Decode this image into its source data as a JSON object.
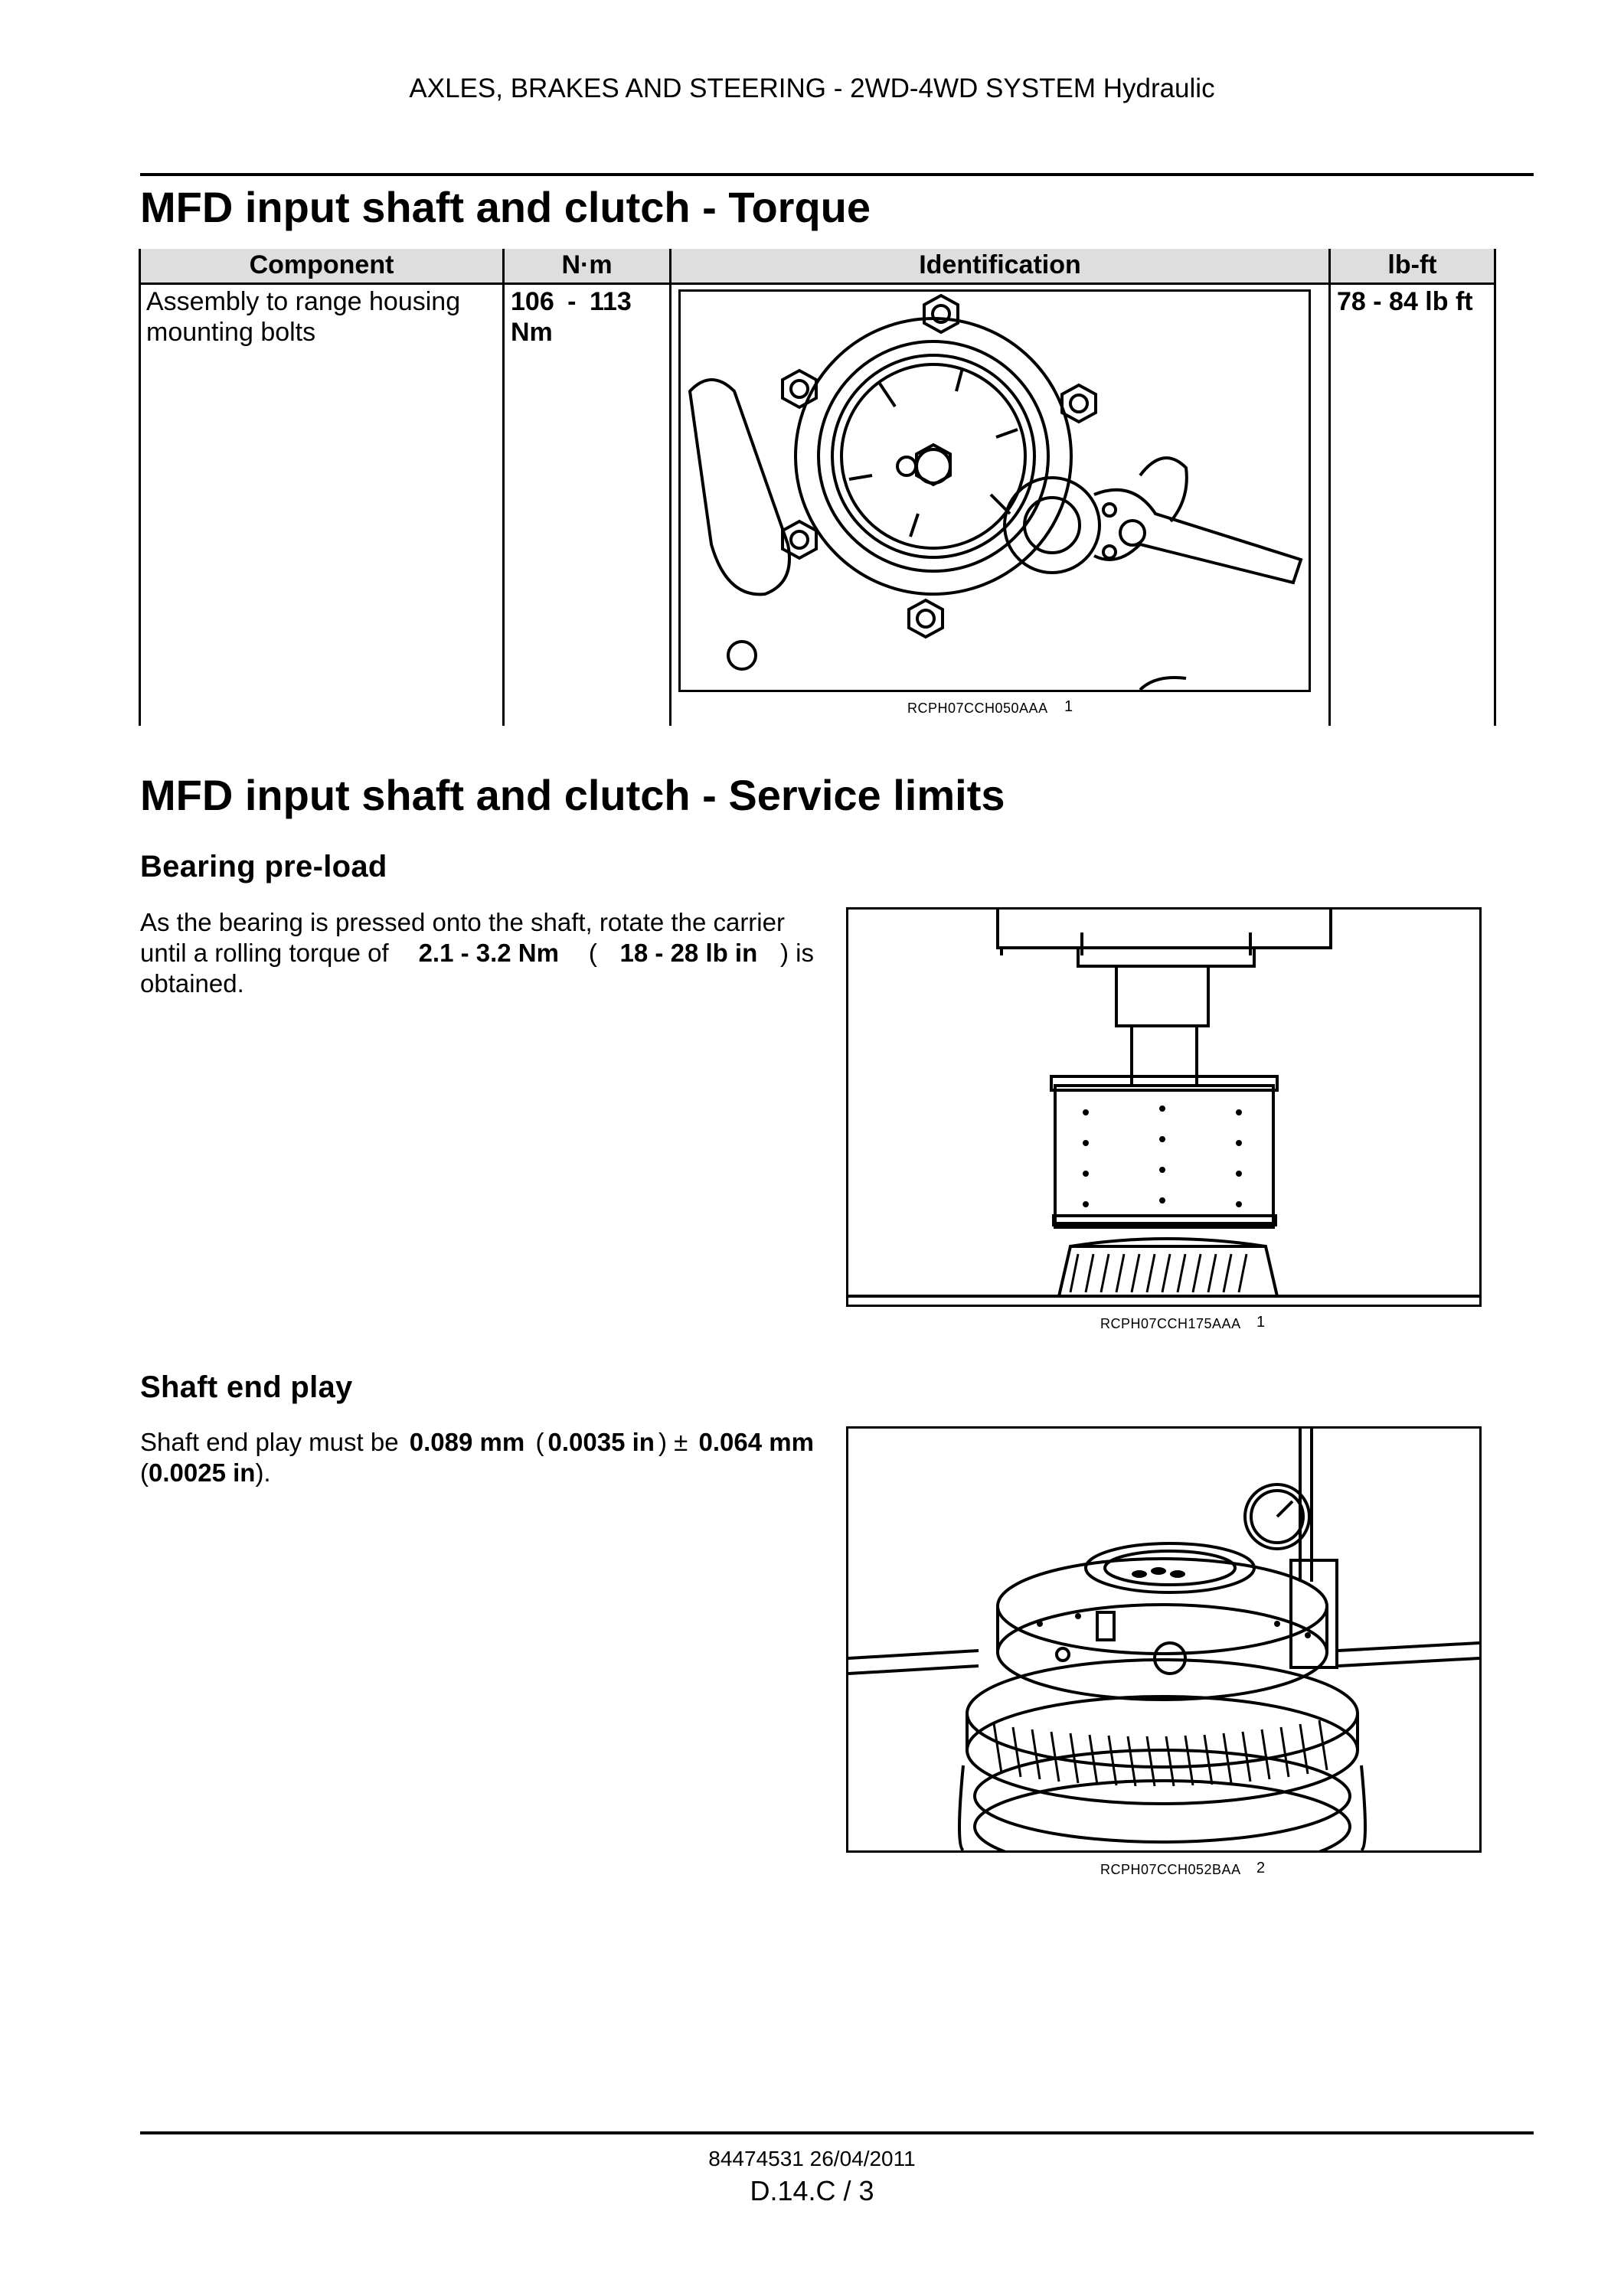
{
  "header": {
    "running_title": "AXLES, BRAKES AND STEERING - 2WD-4WD SYSTEM Hydraulic"
  },
  "torque_section": {
    "title": "MFD input shaft and clutch - Torque",
    "table": {
      "columns": [
        "Component",
        "N·m",
        "Identification",
        "lb-ft"
      ],
      "rows": [
        {
          "component_line1": "Assembly to range housing",
          "component_line2": "mounting bolts",
          "nm_line1": "106 - 113",
          "nm_line2": "Nm",
          "lbft": "78 - 84 lb ft"
        }
      ]
    },
    "figure": {
      "code": "RCPH07CCH050AAA",
      "number": "1"
    }
  },
  "service_section": {
    "title": "MFD input shaft and clutch - Service limits",
    "bearing": {
      "heading": "Bearing pre-load",
      "text_l1": "As the bearing is pressed onto the shaft, rotate the carrier",
      "text_l2_a": "until a rolling torque of ",
      "text_l2_b": "2.1 - 3.2 Nm",
      "text_l2_c": " (",
      "text_l2_d": "18 - 28 lb in",
      "text_l2_e": ") is",
      "text_l3": "obtained.",
      "figure": {
        "code": "RCPH07CCH175AAA",
        "number": "1"
      }
    },
    "endplay": {
      "heading": "Shaft end play",
      "text_l1_a": "Shaft end play must be ",
      "text_l1_b": "0.089 mm",
      "text_l1_c": " (",
      "text_l1_d": "0.0035 in",
      "text_l1_e": ") ± ",
      "text_l1_f": "0.064 mm",
      "text_l2_a": "(",
      "text_l2_b": "0.0025 in",
      "text_l2_c": ").",
      "figure": {
        "code": "RCPH07CCH052BAA",
        "number": "2"
      }
    }
  },
  "footer": {
    "doc_number": "84474531 26/04/2011",
    "page": "D.14.C / 3"
  }
}
